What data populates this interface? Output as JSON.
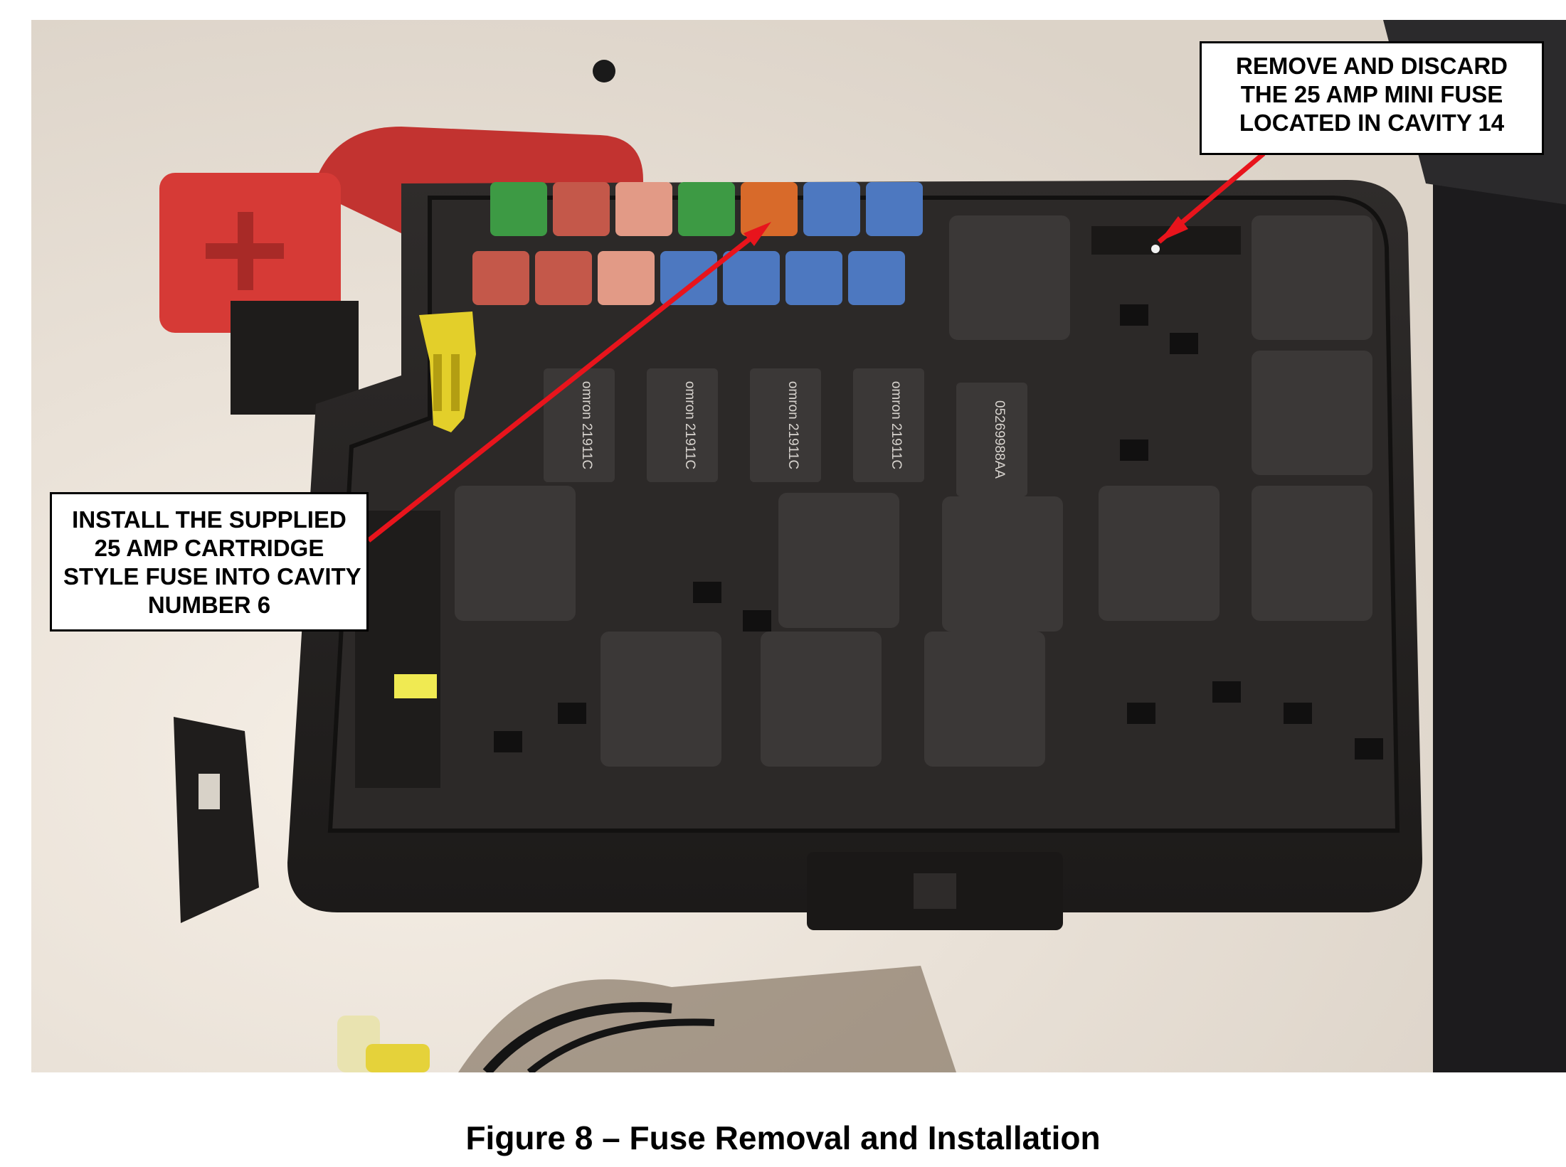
{
  "callouts": {
    "remove": {
      "lines": [
        "REMOVE AND DISCARD",
        "THE 25 AMP MINI FUSE",
        "LOCATED IN CAVITY 14"
      ]
    },
    "install": {
      "lines": [
        "INSTALL THE SUPPLIED",
        "25 AMP CARTRIDGE",
        "STYLE FUSE INTO CAVITY",
        "NUMBER 6"
      ]
    }
  },
  "caption": "Figure 8 – Fuse Removal and Installation",
  "relay_labels": {
    "brand": "omron 21911C",
    "part": "05269988AA"
  },
  "colors": {
    "arrow": "#e8141c",
    "box": "#2a2726",
    "relay": "#3b3837",
    "fuse_green": "#3d9a44",
    "fuse_red": "#c4584a",
    "fuse_pink": "#e29a86",
    "fuse_blue": "#4d78c0",
    "fuse_orange": "#d86a2a",
    "cap_red": "#d63a36",
    "puller_yellow": "#e3cf2a"
  }
}
